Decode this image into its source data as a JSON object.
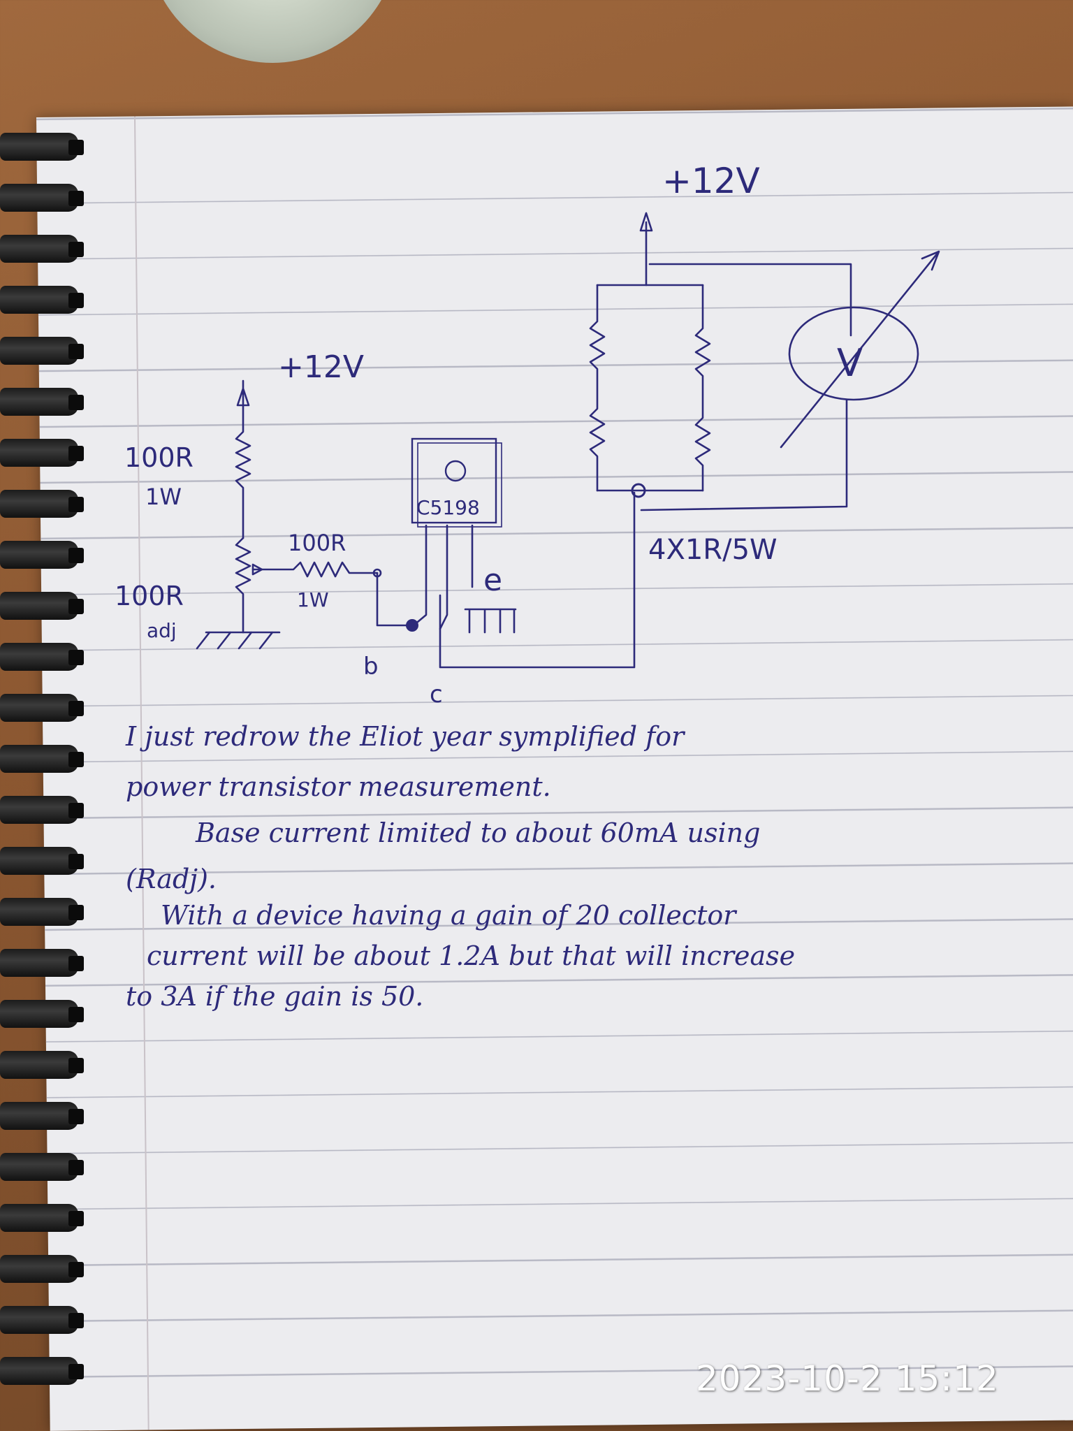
{
  "diagram": {
    "supply_top": "+12V",
    "supply_left": "+12V",
    "resistor_top": "100R",
    "resistor_top_power": "1W",
    "resistor_adj": "100R",
    "resistor_adj_note": "adj",
    "resistor_base": "100R",
    "resistor_base_power": "1W",
    "transistor_part": "C5198",
    "pin_base": "b",
    "pin_collector": "c",
    "pin_emitter": "e",
    "load_resistors": "4X1R/5W",
    "voltmeter_symbol": "V"
  },
  "notes": {
    "line1": "I just redrow the Eliot year symplified for",
    "line2": "power transistor measurement.",
    "line3": "Base current limited to about 60mA using",
    "line4": "(Radj).",
    "line5": "With a device having a gain of 20 collector",
    "line6": "current will be about 1.2A but that will increase",
    "line7": "to 3A if the gain is 50."
  },
  "timestamp": "2023-10-2 15:12",
  "colors": {
    "ink": "#2d2a7a",
    "paper": "#ececef",
    "desk": "#8a5630"
  }
}
